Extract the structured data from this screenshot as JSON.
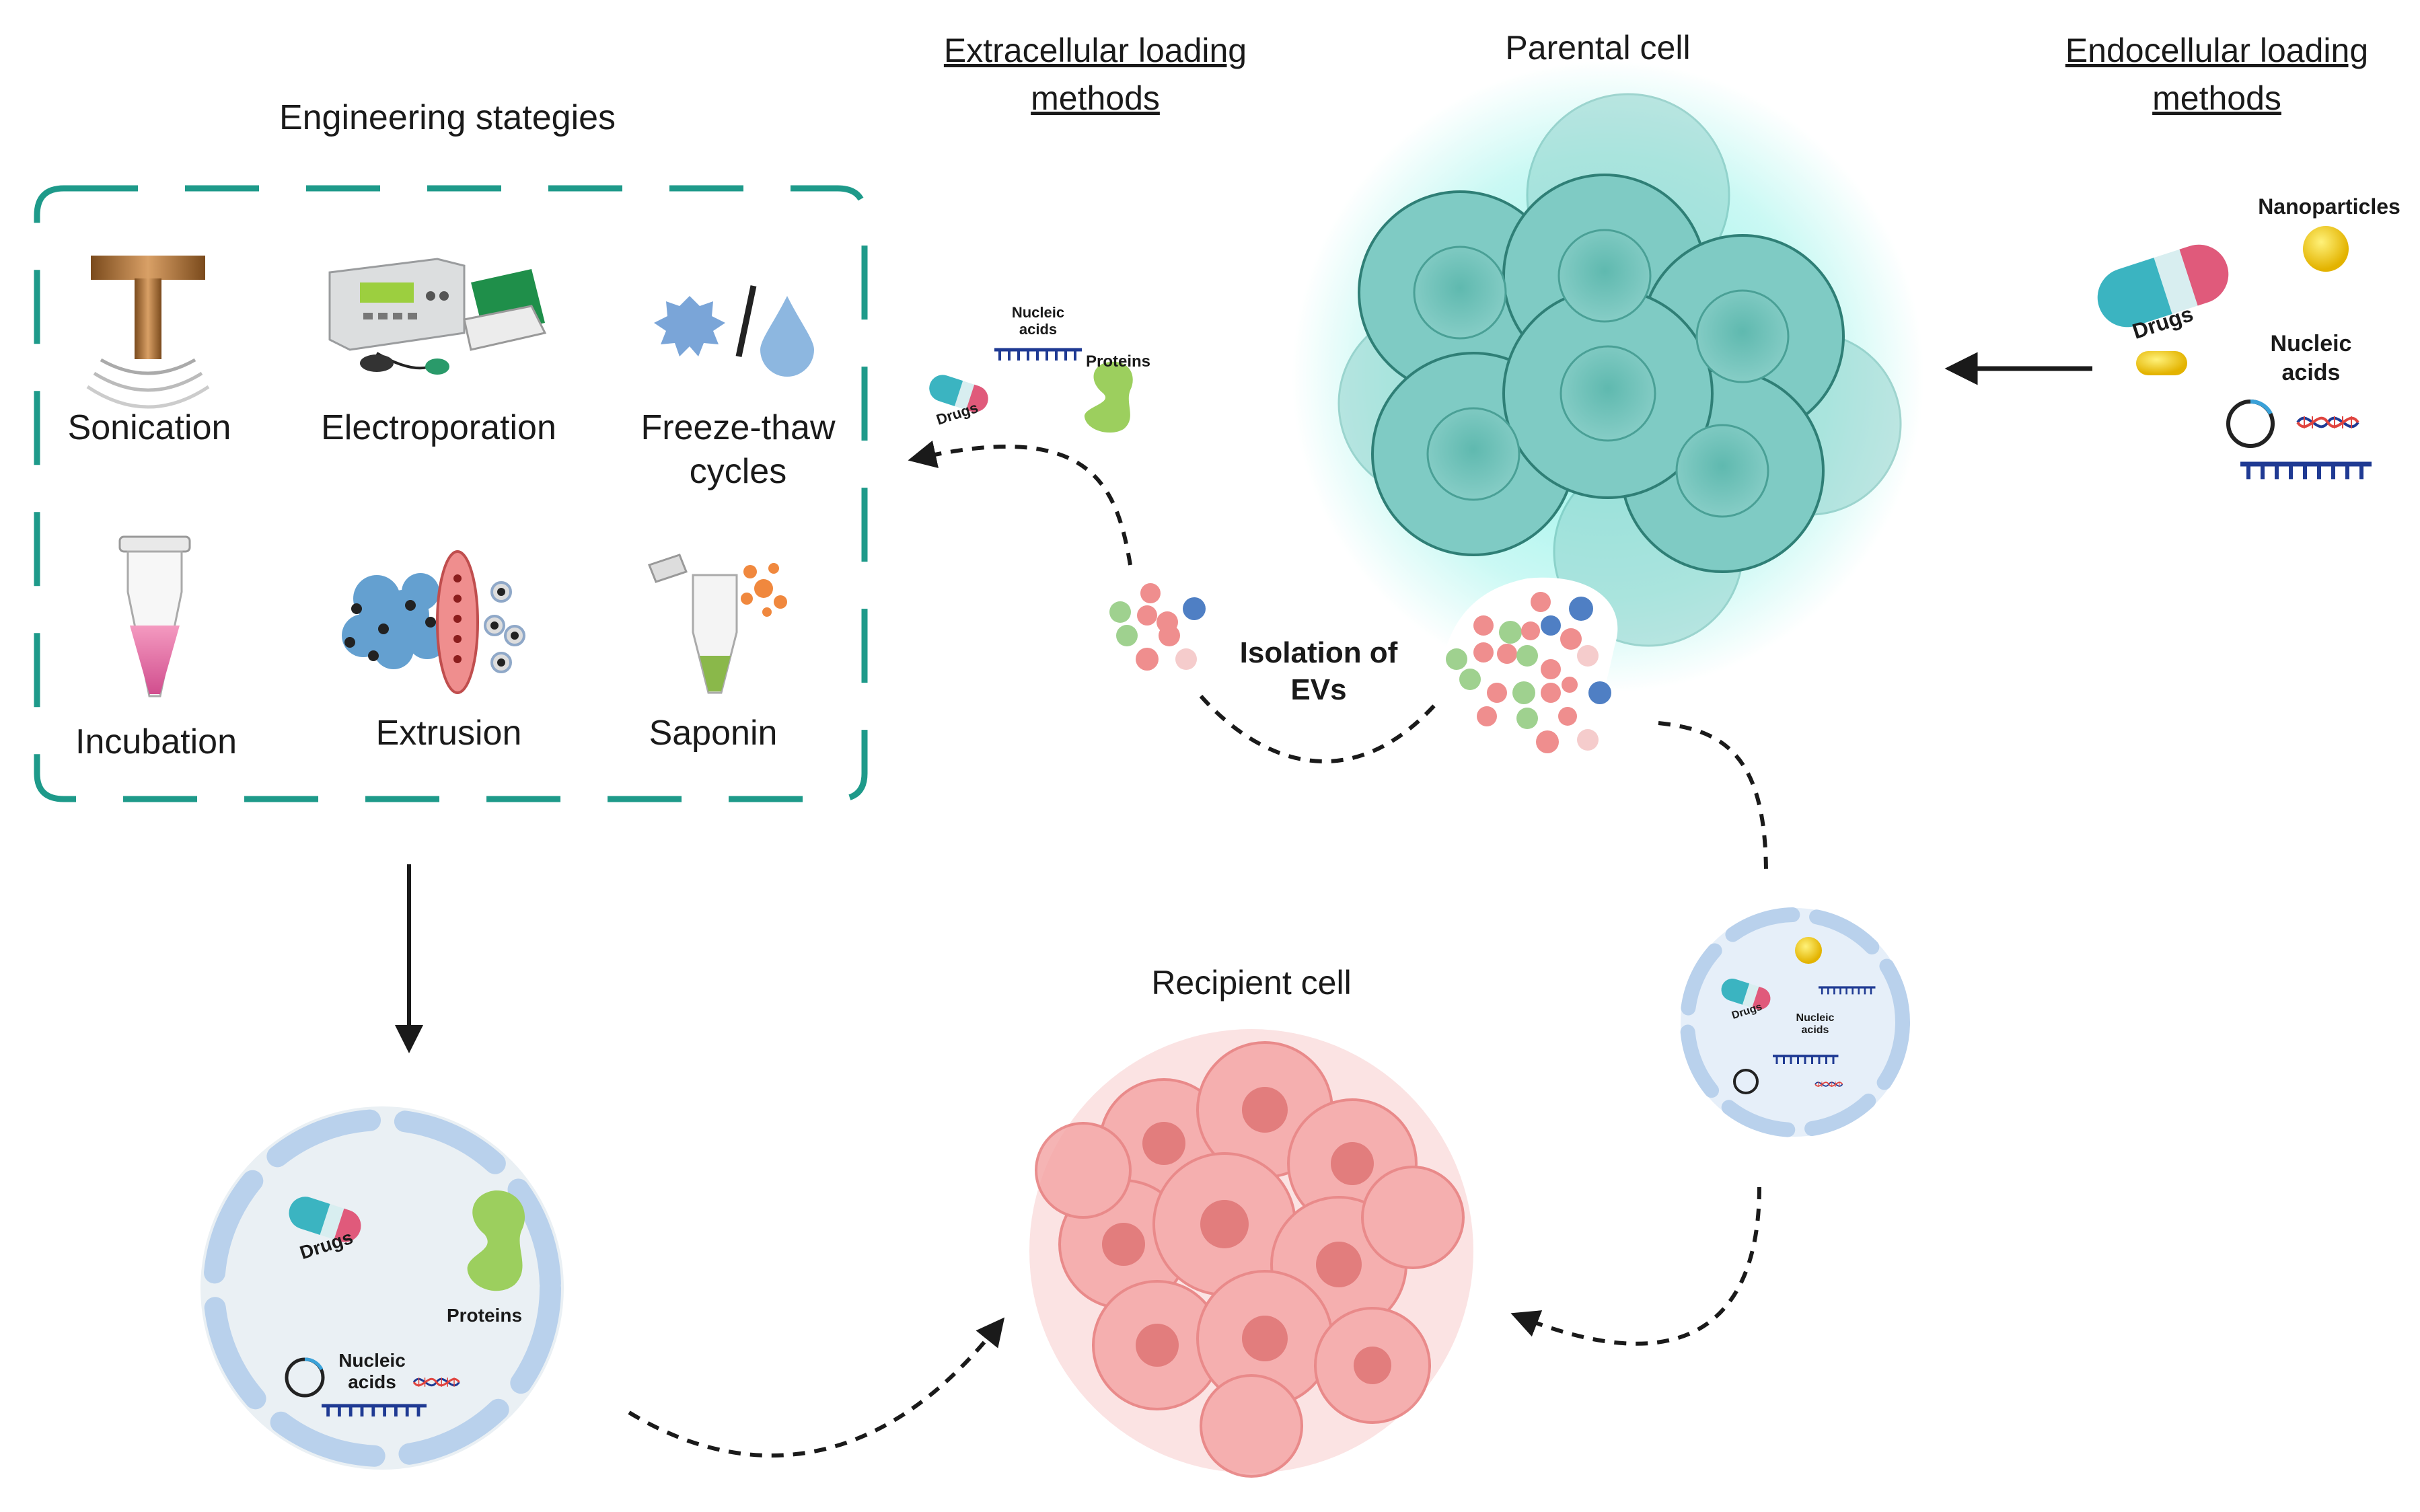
{
  "headings": {
    "engineering": "Engineering stategies",
    "extracellular": [
      "Extracellular loading",
      "methods"
    ],
    "parental": "Parental cell",
    "endocellular": [
      "Endocellular loading",
      "methods"
    ],
    "recipient": "Recipient cell",
    "isolation": [
      "Isolation of",
      "EVs"
    ]
  },
  "strategies": [
    {
      "lines": [
        "Sonication"
      ],
      "icon": "ultrasound-probe-icon"
    },
    {
      "lines": [
        "Electroporation"
      ],
      "icon": "electroporator-device-icon"
    },
    {
      "lines": [
        "Freeze-thaw",
        "cycles"
      ],
      "icon": "ice-drop-icon"
    },
    {
      "lines": [
        "Incubation"
      ],
      "icon": "tube-icon"
    },
    {
      "lines": [
        "Extrusion"
      ],
      "icon": "membrane-filter-icon"
    },
    {
      "lines": [
        "Saponin"
      ],
      "icon": "saponin-tube-icon"
    }
  ],
  "cargo_labels": {
    "drugs": "Drugs",
    "proteins": "Proteins",
    "nucleic": [
      "Nucleic",
      "acids"
    ],
    "nanoparticles": "Nanoparticles"
  },
  "colors": {
    "teal": "#1e9a8a",
    "cell": "#7fcbc4",
    "recipient": "#ef8a8a",
    "vesicle": "#b9d1ec",
    "dna": "#1f3a93"
  }
}
